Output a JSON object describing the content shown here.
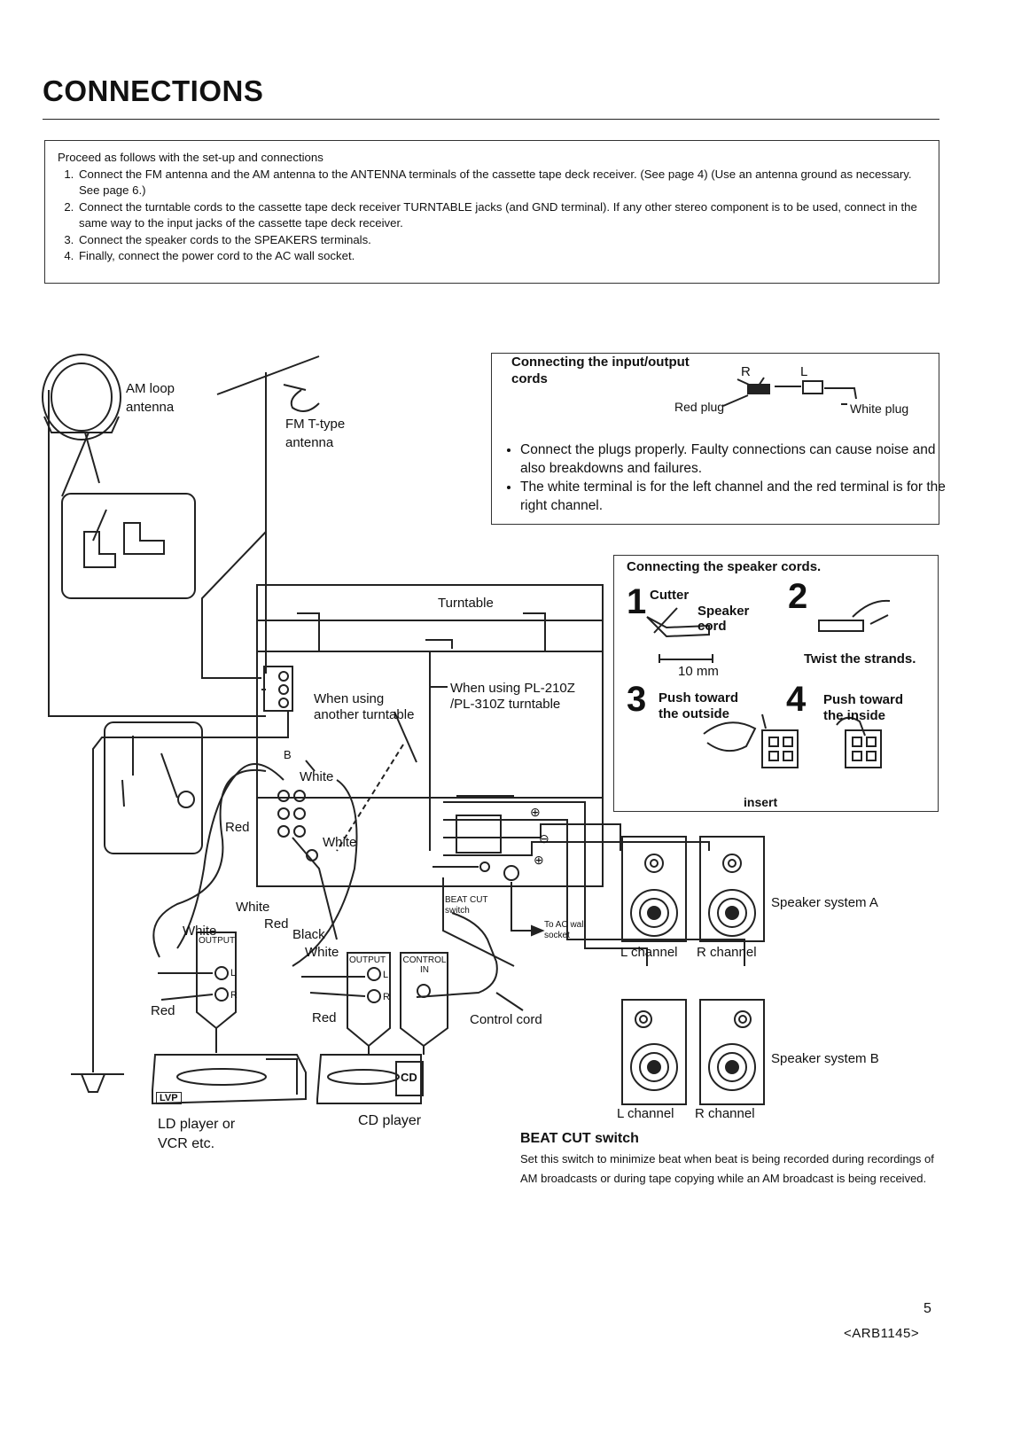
{
  "page": {
    "title": "CONNECTIONS",
    "page_number": "5",
    "doc_code": "<ARB1145>"
  },
  "instructions": {
    "intro": "Proceed as follows with the set-up and connections",
    "steps": [
      "Connect the FM antenna and the AM antenna to the ANTENNA terminals of the cassette tape deck receiver. (See page 4) (Use an antenna ground as necessary. See page 6.)",
      "Connect the turntable cords to the cassette tape deck receiver TURNTABLE jacks (and GND terminal). If any other stereo component is to be used, connect in the same way to the input jacks of the cassette tape deck receiver.",
      "Connect the speaker cords to the SPEAKERS terminals.",
      "Finally, connect the power cord to the AC wall socket."
    ]
  },
  "io_box": {
    "title": "Connecting the input/output cords",
    "r_label": "R",
    "l_label": "L",
    "red_plug": "Red plug",
    "white_plug": "White plug",
    "notes": [
      "Connect the plugs properly. Faulty connections can cause noise and also breakdowns and failures.",
      "The white terminal is for the left channel and the red terminal is for the right channel."
    ]
  },
  "speaker_box": {
    "title": "Connecting the speaker cords.",
    "step1_num": "1",
    "step1_cutter": "Cutter",
    "step1_speaker_cord": "Speaker cord",
    "step1_measure": "10 mm",
    "step2_num": "2",
    "step2_text": "Twist the strands.",
    "step3_num": "3",
    "step3_text": "Push toward the outside",
    "step4_num": "4",
    "step4_text": "Push toward the inside",
    "insert_label": "insert"
  },
  "diagram": {
    "am_antenna": "AM loop antenna",
    "fm_antenna": "FM T-type antenna",
    "turntable": "Turntable",
    "when_another": "When using another turntable",
    "when_pl": "When using PL-210Z /PL-310Z turntable",
    "terminal_b": "B",
    "white": "White",
    "red": "Red",
    "black": "Black",
    "output": "OUTPUT",
    "control_in": "CONTROL IN",
    "ch_l": "L",
    "ch_r": "R",
    "beat_cut_switch": "BEAT CUT switch",
    "to_ac": "To AC wall socket",
    "control_cord": "Control cord",
    "speaker_a": "Speaker system A",
    "speaker_b": "Speaker system B",
    "l_channel": "L channel",
    "r_channel": "R channel",
    "lvp": "LVP",
    "cd": "CD",
    "ld_player": "LD player or VCR etc.",
    "cd_player": "CD player",
    "plus": "⊕",
    "minus": "⊖"
  },
  "beat_cut": {
    "title": "BEAT CUT switch",
    "description": "Set this switch to minimize beat when beat is being recorded during recordings of AM broadcasts or during tape copying while an AM broadcast is being received."
  }
}
